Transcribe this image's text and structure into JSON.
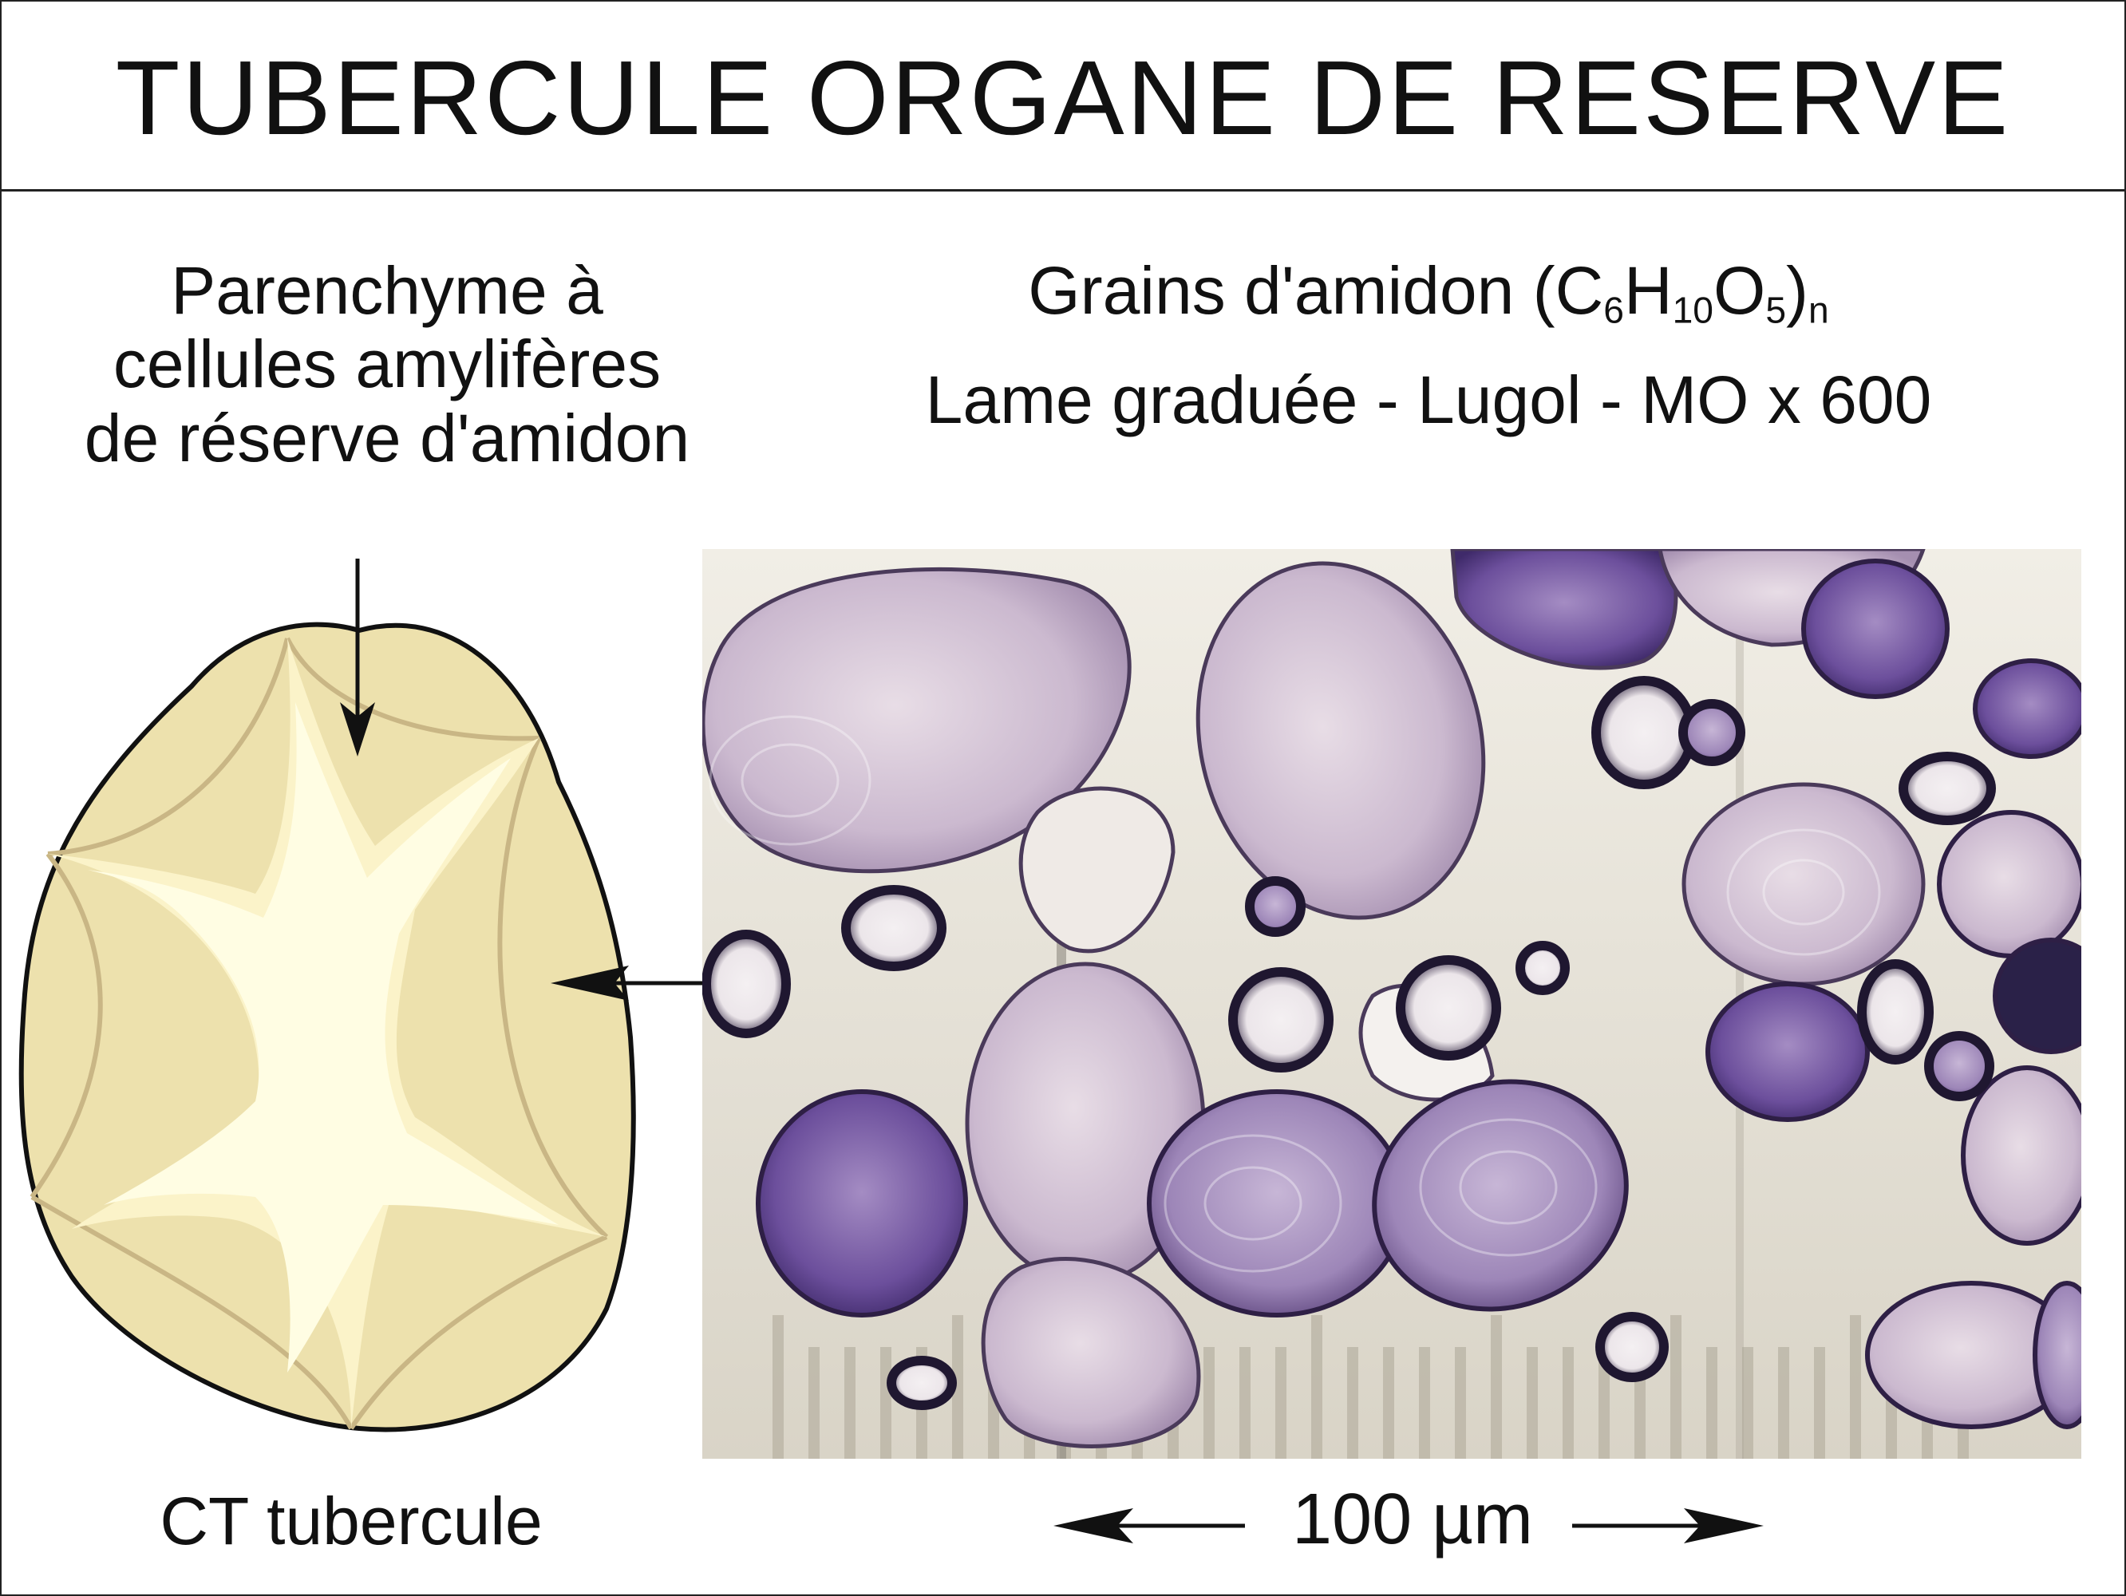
{
  "title": "TUBERCULE ORGANE DE RESERVE",
  "left_label": {
    "line1": "Parenchyme à",
    "line2": "cellules amylifères",
    "line3": "de réserve d'amidon"
  },
  "right_title": {
    "text": "Grains d'amidon (C",
    "sub1": "6",
    "h": "H",
    "sub2": "10",
    "o": "O",
    "sub3": "5",
    "close": ")",
    "sub4": "n"
  },
  "right_subtitle": "Lame graduée - Lugol - MO x 600",
  "ct_label": "CT tubercule",
  "scale_label": "100 µm",
  "colors": {
    "tuber_fill": "#ede1ad",
    "tuber_core": "#fff8d2",
    "tuber_lines": "#cbb888",
    "grain_light": "#c9b6cc",
    "grain_dark": "#6a4c97",
    "photo_bg": "#ece9df"
  }
}
